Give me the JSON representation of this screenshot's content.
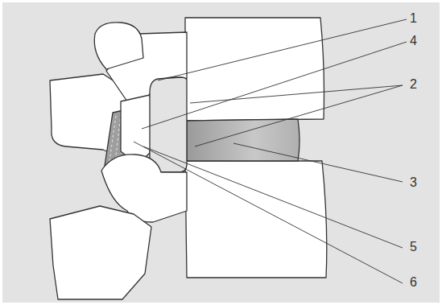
{
  "diagram": {
    "labels": [
      "1",
      "4",
      "2",
      "3",
      "5",
      "6"
    ]
  }
}
